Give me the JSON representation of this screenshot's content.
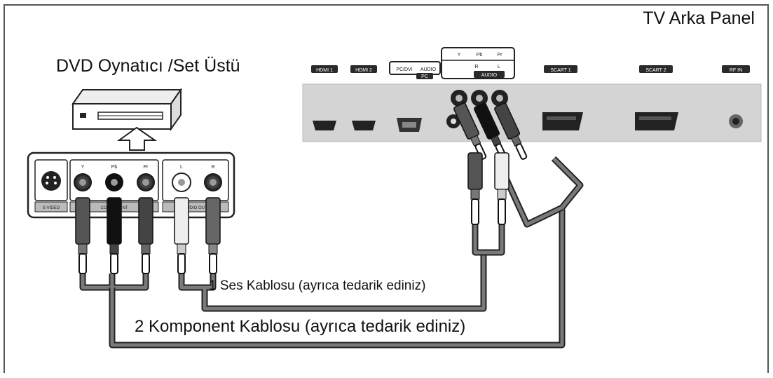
{
  "labels": {
    "tv_back_panel": "TV Arka Panel",
    "dvd_player": "DVD Oynatıcı /Set Üstü",
    "audio_cable": "1 Ses Kablosu (ayrıca tedarik ediniz)",
    "component_cable": "2 Komponent Kablosu (ayrıca tedarik ediniz)"
  },
  "tv_ports": {
    "hdmi1": "HDMI 1",
    "hdmi2": "HDMI 2",
    "pc_in": "PC/DVI",
    "audio_in": "AUDIO",
    "pc_group": "PC",
    "component_y": "Y",
    "component_pb": "Pb",
    "component_pr": "Pr",
    "audio_r": "R",
    "audio_l": "L",
    "audio_group": "AUDIO",
    "scart1": "SCART 1",
    "scart2": "SCART 2",
    "rf_in": "RF IN"
  },
  "dvd_ports": {
    "y": "Y",
    "pb": "Pb",
    "pr": "Pr",
    "audio_l": "L",
    "audio_r": "R",
    "svideo": "S-VIDEO",
    "component_group": "COMPONENT",
    "audio_group": "AUDIO OUT"
  },
  "colors": {
    "panel": "#d4d4d4",
    "cable": "#7a7a7a",
    "outline": "#222222"
  }
}
